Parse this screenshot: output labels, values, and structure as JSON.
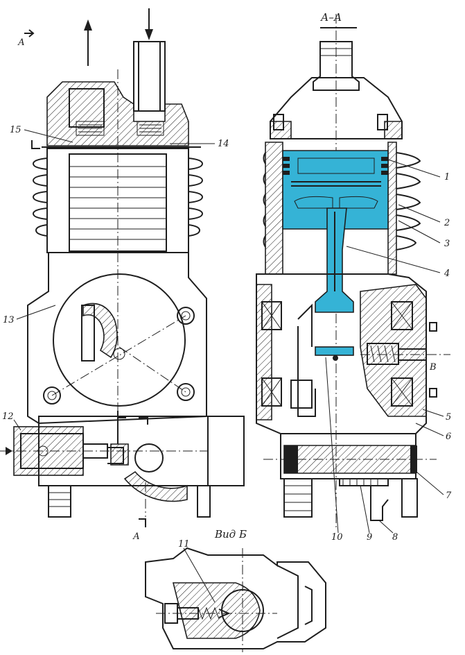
{
  "section_title": "А–А",
  "view_title": "Вид Б",
  "section_marks": {
    "top": "А",
    "bottom": "А"
  },
  "part_numbers": {
    "p1": "1",
    "p2": "2",
    "p3": "3",
    "p4": "4",
    "p5": "5",
    "p6": "6",
    "p7": "7",
    "p8": "8",
    "p9": "9",
    "p10": "10",
    "p11": "11",
    "p12": "12",
    "p13": "13",
    "p14": "14",
    "p15": "15"
  },
  "view_mark": "В",
  "highlight_color": "#35b3d6",
  "line_color": "#1e1e1e"
}
